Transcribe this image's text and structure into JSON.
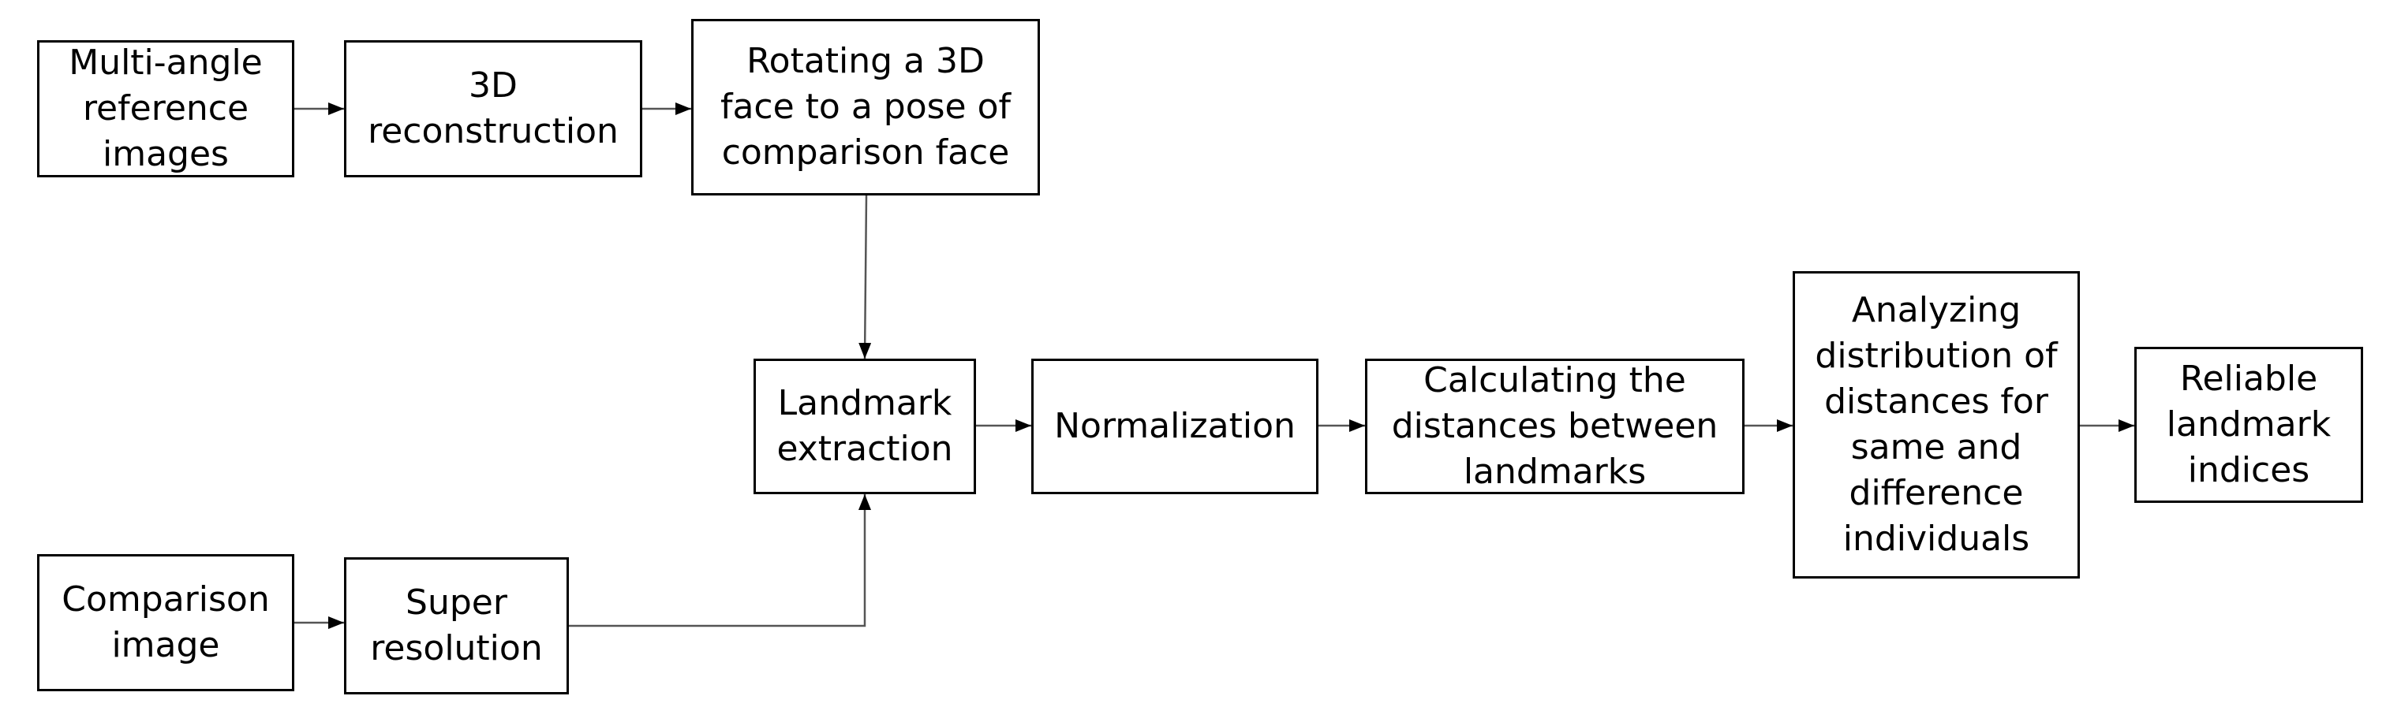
{
  "diagram": {
    "nodes": [
      {
        "id": "multi-angle-reference-images",
        "label": "Multi-angle\nreference\nimages"
      },
      {
        "id": "3d-reconstruction",
        "label": "3D\nreconstruction"
      },
      {
        "id": "rotating-3d-face",
        "label": "Rotating a 3D\nface to a pose of\ncomparison face"
      },
      {
        "id": "comparison-image",
        "label": "Comparison\nimage"
      },
      {
        "id": "super-resolution",
        "label": "Super\nresolution"
      },
      {
        "id": "landmark-extraction",
        "label": "Landmark\nextraction"
      },
      {
        "id": "normalization",
        "label": "Normalization"
      },
      {
        "id": "calculating-distances",
        "label": "Calculating the\ndistances between\nlandmarks"
      },
      {
        "id": "analyzing-distribution",
        "label": "Analyzing\ndistribution of\ndistances for\nsame and\ndifference\nindividuals"
      },
      {
        "id": "reliable-landmark-indices",
        "label": "Reliable\nlandmark\nindices"
      }
    ],
    "edges": [
      {
        "from": "multi-angle-reference-images",
        "to": "3d-reconstruction"
      },
      {
        "from": "3d-reconstruction",
        "to": "rotating-3d-face"
      },
      {
        "from": "rotating-3d-face",
        "to": "landmark-extraction"
      },
      {
        "from": "comparison-image",
        "to": "super-resolution"
      },
      {
        "from": "super-resolution",
        "to": "landmark-extraction"
      },
      {
        "from": "landmark-extraction",
        "to": "normalization"
      },
      {
        "from": "normalization",
        "to": "calculating-distances"
      },
      {
        "from": "calculating-distances",
        "to": "analyzing-distribution"
      },
      {
        "from": "analyzing-distribution",
        "to": "reliable-landmark-indices"
      }
    ]
  }
}
